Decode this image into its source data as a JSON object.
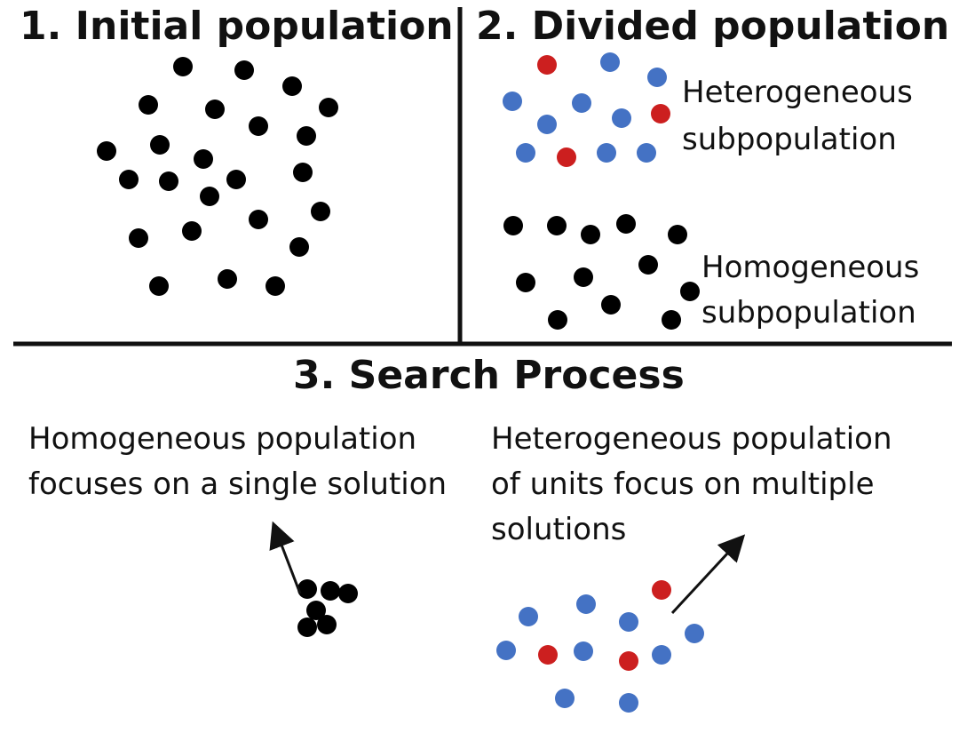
{
  "colors": {
    "ink": "#111111",
    "neutral_unit": "#000000",
    "blue_unit": "#4472c4",
    "red_unit": "#cc1f1f",
    "divider": "#111111",
    "background": "#ffffff"
  },
  "panels": {
    "initial": {
      "title": "1. Initial population"
    },
    "divided": {
      "title": "2. Divided population",
      "hetero_label": [
        "Heterogeneous",
        "subpopulation"
      ],
      "homo_label": [
        "Homogeneous",
        "subpopulation"
      ]
    },
    "search": {
      "title": "3. Search Process",
      "homo_caption": [
        "Homogeneous population",
        "focuses on a single solution"
      ],
      "hetero_caption": [
        "Heterogeneous population",
        "of units focus on multiple",
        "solutions"
      ]
    }
  }
}
